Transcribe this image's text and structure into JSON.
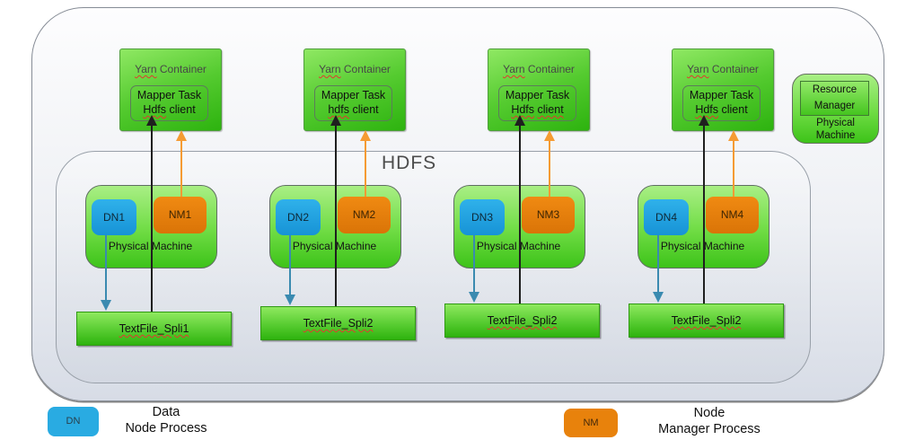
{
  "diagram": {
    "hdfs_label": "HDFS",
    "nodes": [
      {
        "yarn_word": "Yarn",
        "container_word": "Container",
        "mapper_line1": "Mapper Task",
        "hdfs_word": "Hdfs",
        "client_word": "client",
        "dn": "DN1",
        "nm": "NM1",
        "machine_label": "Physical Machine",
        "textfile": "TextFile_Spli1"
      },
      {
        "yarn_word": "Yarn",
        "container_word": "Container",
        "mapper_line1": "Mapper Task",
        "hdfs_word": "hdfs",
        "client_word": "client",
        "dn": "DN2",
        "nm": "NM2",
        "machine_label": "Physical Machine",
        "textfile": "TextFile_Spli2"
      },
      {
        "yarn_word": "Yarn",
        "container_word": "Container",
        "mapper_line1": "Mapper Task",
        "hdfs_word": "Hdfs",
        "client_word": "client",
        "dn": "DN3",
        "nm": "NM3",
        "machine_label": "Physical Machine",
        "textfile": "TextFile_Spli2"
      },
      {
        "yarn_word": "Yarn",
        "container_word": "Container",
        "mapper_line1": "Mapper Task",
        "hdfs_word": "Hdfs",
        "client_word": "client",
        "dn": "DN4",
        "nm": "NM4",
        "machine_label": "Physical Machine",
        "textfile": "TextFile_Spli2"
      }
    ],
    "resource_manager": {
      "line1": "Resource",
      "line2": "Manager",
      "machine_line1": "Physical",
      "machine_line2": "Machine"
    },
    "colors": {
      "dn_blue": "#29abe2",
      "nm_orange": "#e8820c",
      "box_green": "#3fbb1a",
      "arrow_black": "#1f1f1f",
      "arrow_orange": "#f59b33",
      "arrow_teal": "#3a8ab0"
    }
  },
  "legend": {
    "dn_chip": "DN",
    "dn_line1": "Data",
    "dn_line2": "Node Process",
    "nm_chip": "NM",
    "nm_line1": "Node",
    "nm_line2": "Manager Process"
  }
}
